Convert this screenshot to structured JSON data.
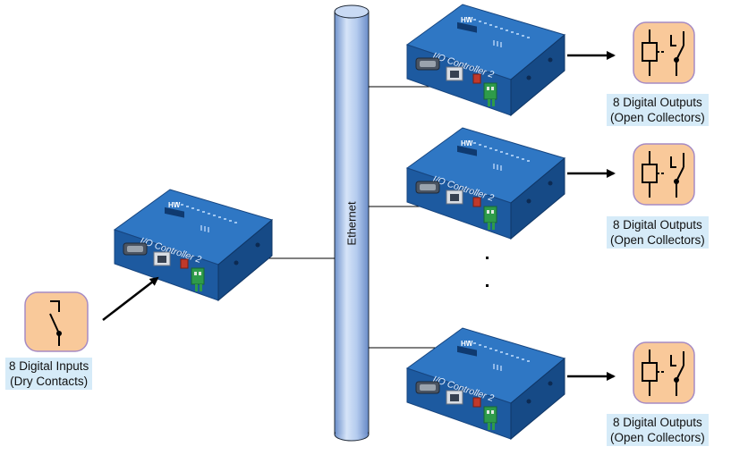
{
  "ethernet_label": "Ethernet",
  "device_label": "I/O Controller 2",
  "device_brand": "HW",
  "inputs_label": {
    "line1": "8 Digital Inputs",
    "line2": "(Dry Contacts)"
  },
  "outputs_labels": [
    {
      "line1": "8 Digital Outputs",
      "line2": "(Open Collectors)"
    },
    {
      "line1": "8 Digital Outputs",
      "line2": "(Open Collectors)"
    },
    {
      "line1": "8 Digital Outputs",
      "line2": "(Open Collectors)"
    }
  ],
  "colors": {
    "device_blue": "#1f5fa8",
    "icon_fill": "#f9c99a",
    "label_bg": "#d6ebf8",
    "bus_fill": "#a9c4ec"
  }
}
